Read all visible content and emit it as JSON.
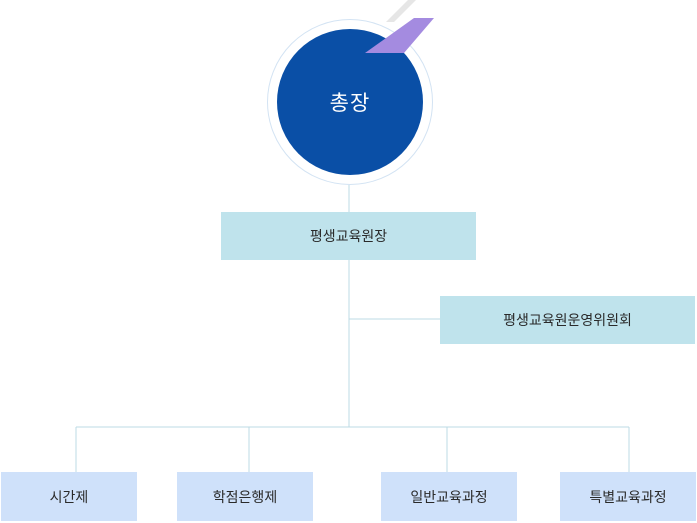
{
  "top": {
    "label": "총장"
  },
  "director": {
    "label": "평생교육원장"
  },
  "committee": {
    "label": "평생교육원운영위원회"
  },
  "programs": [
    {
      "label": "시간제"
    },
    {
      "label": "학점은행제"
    },
    {
      "label": "일반교육과정"
    },
    {
      "label": "특별교육과정"
    }
  ],
  "colors": {
    "circle": "#0a4fa6",
    "teal_box": "#bfe3ec",
    "blue_box": "#cfe1fa",
    "accent": "#a48be0",
    "connector": "#bcdbe4"
  }
}
